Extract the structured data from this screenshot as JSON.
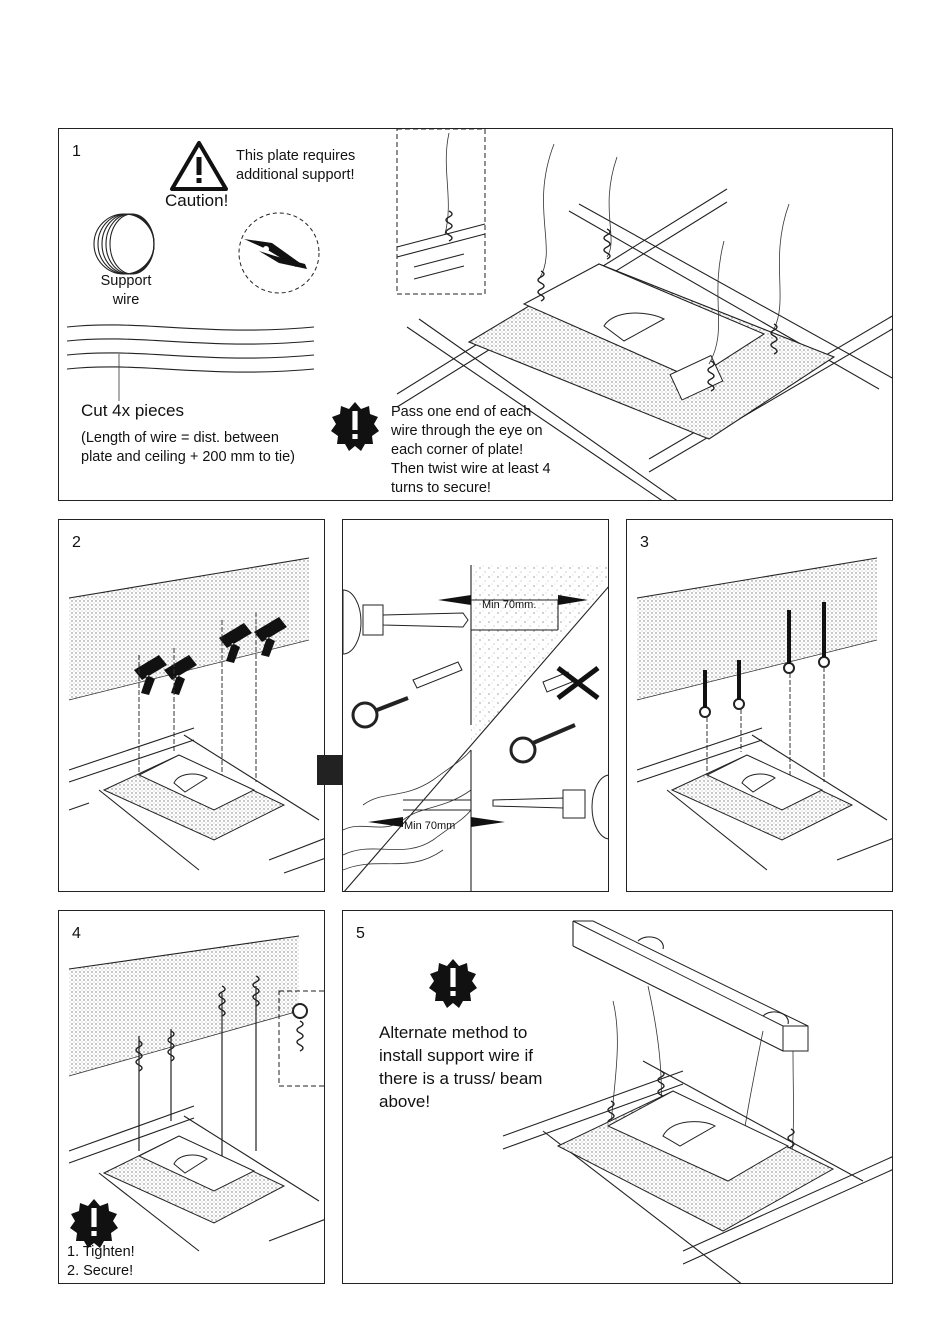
{
  "panels": {
    "p1": {
      "number": "1",
      "caution_note": [
        "This plate requires",
        "additional support!"
      ],
      "caution_label": "Caution!",
      "support_wire_label": [
        "Support",
        "wire"
      ],
      "cut_heading": "Cut 4x pieces",
      "cut_note": [
        "(Length of wire = dist. between",
        "plate and ceiling + 200 mm to tie)"
      ],
      "pass_note": [
        "Pass one end of each",
        "wire through the eye on",
        "each corner of plate!",
        "Then twist wire at least 4",
        "turns to secure!"
      ]
    },
    "p2": {
      "number": "2"
    },
    "pdrill": {
      "min_top": "Min 70mm.",
      "min_bottom": "Min 70mm"
    },
    "p3": {
      "number": "3"
    },
    "p4": {
      "number": "4",
      "steps": [
        "1. Tighten!",
        "2. Secure!"
      ]
    },
    "p5": {
      "number": "5",
      "note": [
        "Alternate method to",
        "install support wire if",
        "there is a truss/ beam",
        "above!"
      ]
    }
  },
  "icons": {
    "caution": "warning-triangle-icon",
    "exclamation": "exclamation-burst-icon",
    "cutter": "wire-cutter-icon",
    "coil": "wire-coil-icon",
    "forbidden": "cross-mark-icon",
    "arrow": "right-arrow-icon"
  },
  "colors": {
    "line": "#222222",
    "hatch": "#9a9a9a"
  }
}
